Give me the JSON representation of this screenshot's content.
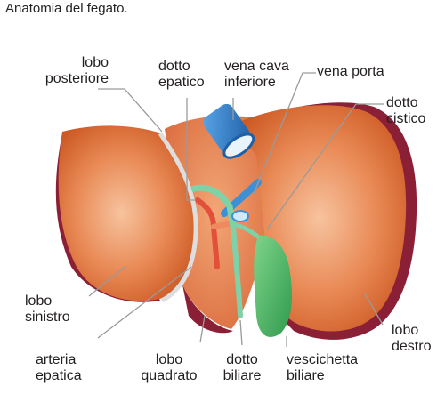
{
  "title": "Anatomia del fegato.",
  "labels": {
    "lobo_posteriore": [
      "lobo",
      "posteriore"
    ],
    "dotto_epatico": [
      "dotto",
      "epatico"
    ],
    "vena_cava_inferiore": [
      "vena cava",
      "inferiore"
    ],
    "vena_porta": [
      "vena porta"
    ],
    "dotto_cistico": [
      "dotto",
      "cistico"
    ],
    "lobo_sinistro": [
      "lobo",
      "sinistro"
    ],
    "arteria_epatica": [
      "arteria",
      "epatica"
    ],
    "lobo_quadrato": [
      "lobo",
      "quadrato"
    ],
    "dotto_biliare": [
      "dotto",
      "biliare"
    ],
    "vescichetta_biliare": [
      "vescichetta",
      "biliare"
    ],
    "lobo_destro": [
      "lobo",
      "destro"
    ]
  },
  "colors": {
    "liver_light": "#f5b48a",
    "liver_mid": "#e8834f",
    "liver_dark": "#c9551f",
    "liver_rim": "#8a1f35",
    "vena_cava": "#2f7fc8",
    "gallbladder": "#4fb866",
    "duct": "#7fd2a8",
    "artery": "#e2503a",
    "leader": "#9a9a9a"
  }
}
